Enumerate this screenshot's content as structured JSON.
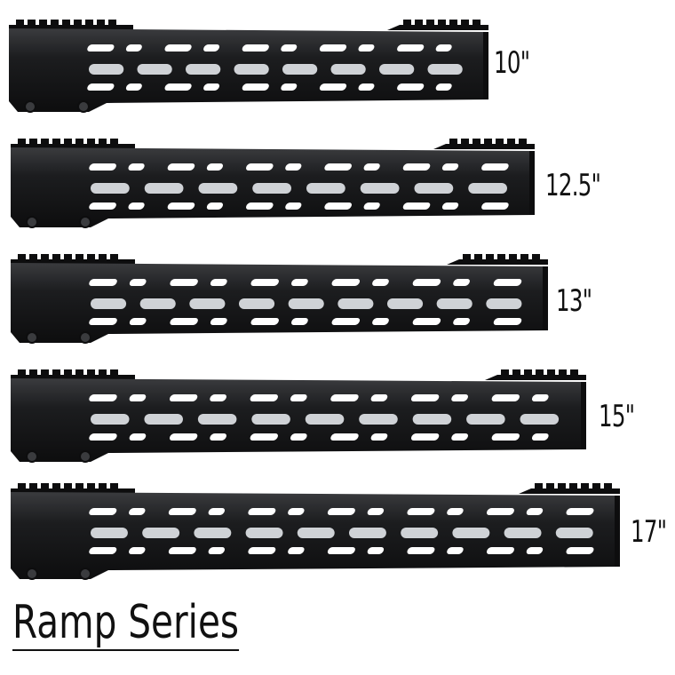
{
  "rails": [
    {
      "label": "10\""
    },
    {
      "label": "12.5\""
    },
    {
      "label": "13\""
    },
    {
      "label": "15\""
    },
    {
      "label": "17\""
    }
  ],
  "series_title": "Ramp Series",
  "colors": {
    "rail_body": "#1c1d1f",
    "rail_dark": "#0d0d0e",
    "rail_highlight": "#3a3b3e",
    "slot": "#ffffff",
    "text": "#111111"
  }
}
